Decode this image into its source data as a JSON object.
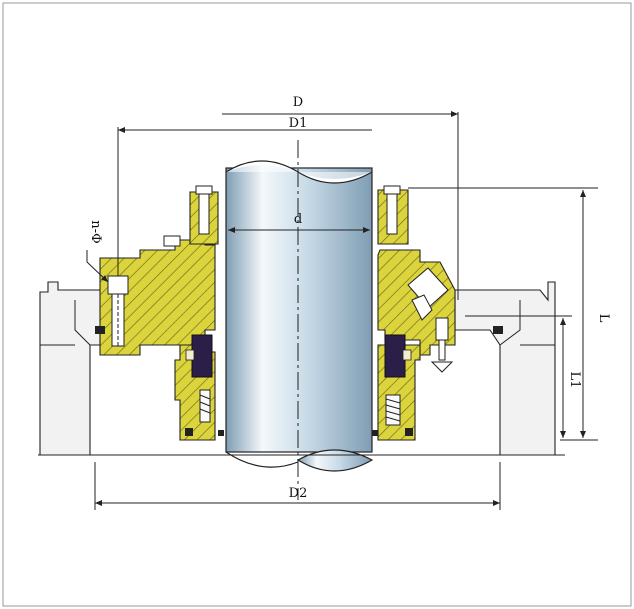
{
  "labels": {
    "D": "D",
    "D1": "D1",
    "d": "d",
    "D2": "D2",
    "L": "L",
    "L1": "L1",
    "bolt": "n-Φ"
  },
  "colors": {
    "seal_body": "#dcd43c",
    "hatch": "#6b6a1e",
    "housing": "#f2f2f2",
    "shaft_light": "#f4f8fb",
    "shaft_mid": "#c9dbe8",
    "shaft_dark": "#7f9db3",
    "seal_face": "#2b1f4a",
    "line": "#222222"
  }
}
